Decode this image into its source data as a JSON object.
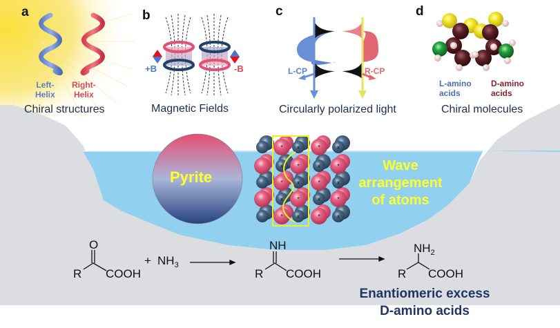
{
  "colors": {
    "background": "#ffffff",
    "terrain_gray": "#dcdde0",
    "water_blue": "#92d0ef",
    "caption_navy": "#1f2d4d",
    "left_blue": "#5b7cc4",
    "right_red": "#d9475a",
    "sun_yellow": "#f9e04e",
    "pyrite_pink": "#e0506f",
    "pyrite_navy": "#2b4787",
    "highlight_yellow": "#ffff2a",
    "enantiomer_navy": "#1f3566"
  },
  "panels": [
    {
      "letter": "a",
      "caption": "Chiral structures",
      "labels": [
        {
          "line1": "Left-",
          "line2": "Helix"
        },
        {
          "line1": "Right-",
          "line2": "Helix"
        }
      ]
    },
    {
      "letter": "b",
      "caption": "Magnetic Fields",
      "labels": [
        "+B",
        "-B"
      ]
    },
    {
      "letter": "c",
      "caption": "Circularly polarized light",
      "labels": [
        "L-CP",
        "R-CP"
      ]
    },
    {
      "letter": "d",
      "caption": "Chiral molecules",
      "labels": [
        {
          "line1": "L-amino",
          "line2": "acids",
          "smallcap": "L"
        },
        {
          "line1": "D-amino",
          "line2": "acids",
          "smallcap": "D"
        }
      ]
    }
  ],
  "middle": {
    "pyrite_label": "Pyrite",
    "wave_label": [
      "Wave",
      "arrangement",
      "of atoms"
    ],
    "lattice_markers": {
      "pink": "*",
      "navy": "x"
    }
  },
  "reaction": {
    "reactant": {
      "top": "O",
      "r": "R",
      "acid": "COOH"
    },
    "reagent": {
      "plus": "+",
      "base": "NH",
      "subscript": "3"
    },
    "intermediate": {
      "top": "NH",
      "r": "R",
      "acid": "COOH"
    },
    "product": {
      "top": "NH",
      "top_sub": "2",
      "r": "R",
      "acid": "COOH"
    },
    "result_title": "Enantiomeric excess",
    "result_subtitle": "D-amino acids"
  }
}
